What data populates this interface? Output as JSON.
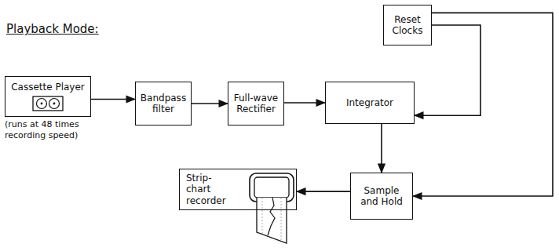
{
  "diagram": {
    "title": "Playback Mode:",
    "nodes": [
      {
        "text": [
          "Reset Clocks"
        ]
      },
      {
        "text": [
          "Cassette Player"
        ]
      },
      {
        "text": [
          "Bandpass filter"
        ]
      },
      {
        "text": [
          "Full-wave Rectifier"
        ]
      },
      {
        "text": [
          "Integrator"
        ]
      },
      {
        "text": [
          "Strip-chart recorder"
        ]
      },
      {
        "text": [
          "Sample and Hold"
        ]
      }
    ],
    "edges": [
      {
        "from": 1,
        "to": 2,
        "arrow": "to"
      },
      {
        "from": 2,
        "to": 3,
        "arrow": "to"
      },
      {
        "from": 3,
        "to": 4,
        "arrow": "to"
      },
      {
        "from": 0,
        "to": 4,
        "arrow": "to"
      },
      {
        "from": 4,
        "to": 6,
        "arrow": "to"
      },
      {
        "from": 0,
        "to": 6,
        "arrow": "to"
      },
      {
        "from": 6,
        "to": 5,
        "arrow": "to"
      }
    ],
    "labels": [
      "(runs at 48 times recording speed)"
    ]
  }
}
